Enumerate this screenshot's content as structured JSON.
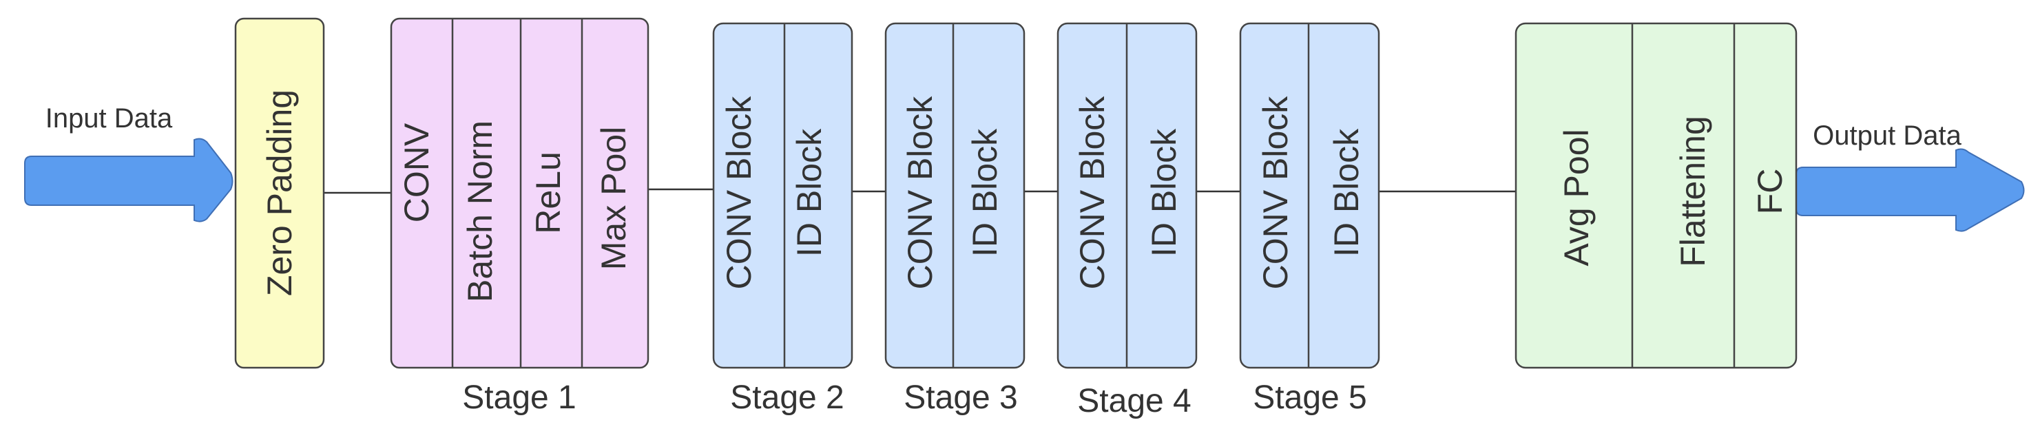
{
  "input_label": "Input Data",
  "output_label": "Output Data",
  "zero_padding": {
    "label": "Zero Padding",
    "color": "#fcfcc6"
  },
  "stage1": {
    "label": "Stage 1",
    "color": "#f3d7fa",
    "layers": [
      "CONV",
      "Batch Norm",
      "ReLu",
      "Max Pool"
    ]
  },
  "stages": [
    {
      "label": "Stage 2",
      "layers": [
        "CONV Block",
        "ID Block"
      ]
    },
    {
      "label": "Stage 3",
      "layers": [
        "CONV Block",
        "ID Block"
      ]
    },
    {
      "label": "Stage 4",
      "layers": [
        "CONV Block",
        "ID Block"
      ]
    },
    {
      "label": "Stage 5",
      "layers": [
        "CONV Block",
        "ID Block"
      ]
    }
  ],
  "stage_color": "#cfe3fd",
  "head": {
    "color": "#e2f8e0",
    "layers": [
      "Avg Pool",
      "Flattening",
      "FC"
    ]
  },
  "arrow_color": "#5b9cef",
  "line_color": "#333333"
}
